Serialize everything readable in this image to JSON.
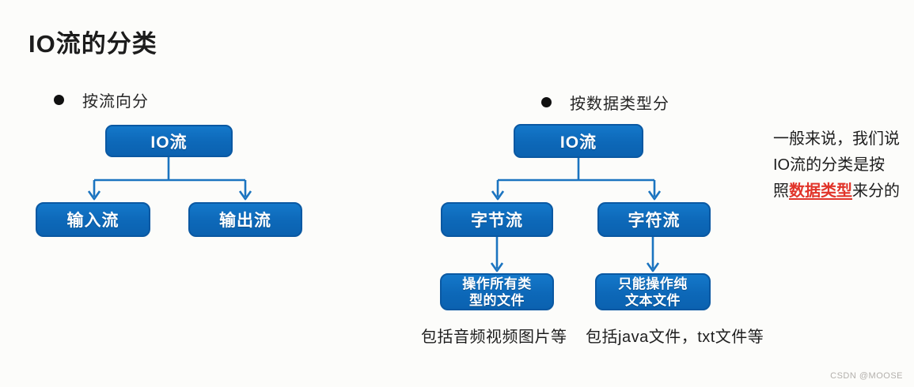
{
  "page": {
    "title": "IO流的分类",
    "watermark": "CSDN @MOOSE"
  },
  "colors": {
    "box_blue": "#0d68b8",
    "box_border": "#0a58a2",
    "connector_blue": "#1b74c0",
    "highlight_red": "#e1342a",
    "text_dark": "#1d1d1d",
    "watermark_gray": "#b3b0ac"
  },
  "left_tree": {
    "bullet_label": "按流向分",
    "root_label": "IO流",
    "children": [
      {
        "label": "输入流"
      },
      {
        "label": "输出流"
      }
    ]
  },
  "right_tree": {
    "bullet_label": "按数据类型分",
    "root_label": "IO流",
    "children": [
      {
        "label": "字节流"
      },
      {
        "label": "字符流"
      }
    ],
    "leaves": [
      {
        "label": "操作所有类\n型的文件"
      },
      {
        "label": "只能操作纯\n文本文件"
      }
    ],
    "captions": [
      {
        "text": "包括音频视频图片等"
      },
      {
        "text": "包括java文件，txt文件等"
      }
    ]
  },
  "side_note": {
    "line1": "一般来说，我们说",
    "line2": "IO流的分类是按",
    "line3_prefix": "照",
    "line3_highlight": "数据类型",
    "line3_suffix": "来分的"
  }
}
